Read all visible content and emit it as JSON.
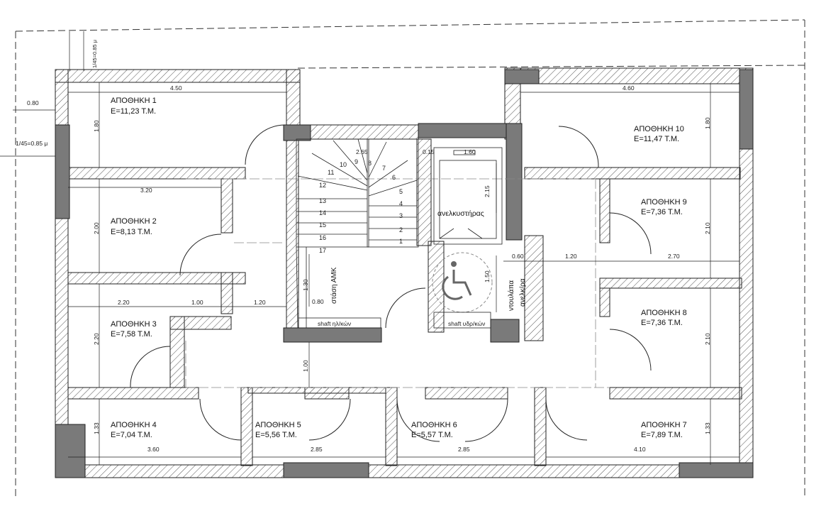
{
  "rooms": [
    {
      "name": "ΑΠΟΘΗΚΗ 1",
      "area": "Ε=11,23 Τ.Μ."
    },
    {
      "name": "ΑΠΟΘΗΚΗ 2",
      "area": "Ε=8,13 Τ.Μ."
    },
    {
      "name": "ΑΠΟΘΗΚΗ 3",
      "area": "Ε=7,58 Τ.Μ."
    },
    {
      "name": "ΑΠΟΘΗΚΗ 4",
      "area": "Ε=7,04 Τ.Μ."
    },
    {
      "name": "ΑΠΟΘΗΚΗ 5",
      "area": "Ε=5,56 Τ.Μ."
    },
    {
      "name": "ΑΠΟΘΗΚΗ 6",
      "area": "Ε=5,57 Τ.Μ."
    },
    {
      "name": "ΑΠΟΘΗΚΗ 7",
      "area": "Ε=7,89 Τ.Μ."
    },
    {
      "name": "ΑΠΟΘΗΚΗ 8",
      "area": "Ε=7,36 Τ.Μ."
    },
    {
      "name": "ΑΠΟΘΗΚΗ 9",
      "area": "Ε=7,36 Τ.Μ."
    },
    {
      "name": "ΑΠΟΘΗΚΗ 10",
      "area": "Ε=11,47 Τ.Μ."
    }
  ],
  "labels": {
    "elevator": "ανελκυστήρας",
    "amk_stop": "στάση ΑΜΚ",
    "shaft_electric": "shaft ηλ/κών",
    "shaft_water": "shaft υδρ/κών",
    "duct_line1": "ντουλάπα",
    "duct_line2": "ανελκ/ρα"
  },
  "stair_steps": [
    "1",
    "2",
    "3",
    "4",
    "5",
    "6",
    "7",
    "8",
    "9",
    "10",
    "11",
    "12",
    "13",
    "14",
    "15",
    "16",
    "17"
  ],
  "dimensions": {
    "d_450": "4.50",
    "d_460": "4.60",
    "d_320": "3.20",
    "d_270": "2.70",
    "d_180_left": "1.80",
    "d_180_right": "1.80",
    "d_200": "2.00",
    "d_210_r9": "2.10",
    "d_210_r8": "2.10",
    "d_220": "2.20",
    "d_220_v": "2.20",
    "d_100_h": "1.00",
    "d_120_h": "1.20",
    "d_120_h2": "1.20",
    "d_060": "0.60",
    "d_080_left": "0.80",
    "d_080_amk": "0.80",
    "d_130": "1.30",
    "d_100_v": "1.00",
    "d_150": "1.50",
    "d_215": "2.15",
    "d_265": "2.65",
    "d_015": "0.15",
    "d_160": "1.60",
    "d_133_left": "1.33",
    "d_133_right": "1.33",
    "d_360": "3.60",
    "d_285_a": "2.85",
    "d_285_b": "2.85",
    "d_410": "4.10",
    "d_085": "1/45=0.85 μ",
    "d_085_top": "1/45=0.85 μ"
  },
  "colors": {
    "wall_fill": "#7a7a7a",
    "hatch": "#555555",
    "line": "#222222"
  }
}
